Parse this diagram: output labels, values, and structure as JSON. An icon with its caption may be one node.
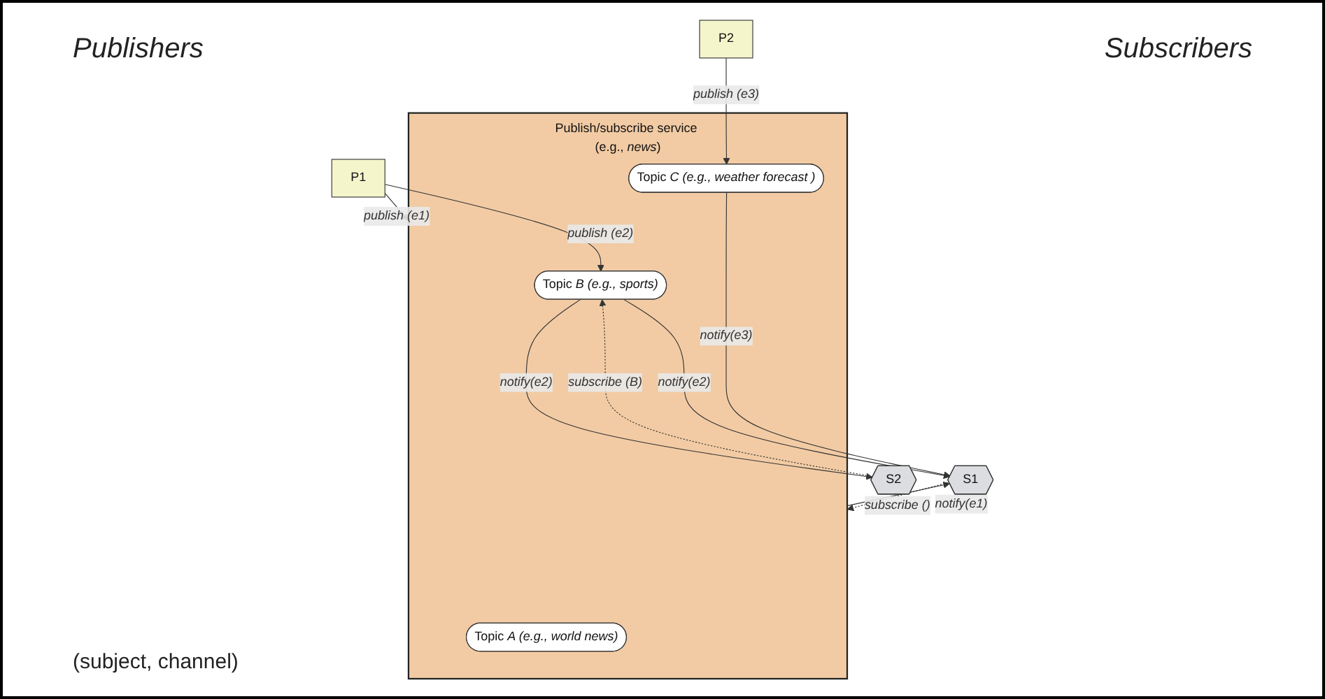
{
  "diagram": {
    "nodes": [
      {
        "text": [
          "P1"
        ]
      },
      {
        "text": [
          "P2"
        ]
      },
      {
        "text": [
          "S1"
        ]
      },
      {
        "text": [
          "S2"
        ]
      },
      {
        "text": [
          "Publish/subscribe service (e.g., *news*)"
        ]
      },
      {
        "text": [
          "Topic *A (e.g., world news)*"
        ],
        "in": 4
      },
      {
        "text": [
          "Topic *B (e.g., sports)*"
        ],
        "in": 4
      },
      {
        "text": [
          "Topic *C (e.g., weather forecast )*"
        ],
        "in": 4
      }
    ],
    "edges": [
      {
        "from": 0,
        "to": 4,
        "arrow": "to",
        "label": "publish (e1)"
      },
      {
        "from": 0,
        "to": 6,
        "arrow": "to",
        "label": "publish (e2)"
      },
      {
        "from": 1,
        "to": 7,
        "arrow": "to",
        "label": "publish (e3)"
      },
      {
        "from": 2,
        "to": 4,
        "arrow": "to",
        "label": "subscribe ()",
        "style": "dashed"
      },
      {
        "from": 4,
        "to": 2,
        "arrow": "to",
        "label": "notify(e1)"
      },
      {
        "from": 6,
        "to": 2,
        "arrow": "to",
        "label": "notify(e2)"
      },
      {
        "from": 7,
        "to": 2,
        "arrow": "to",
        "label": "notify(e3)"
      },
      {
        "from": 3,
        "to": 6,
        "arrow": "to",
        "label": "subscribe (B)",
        "style": "dashed"
      },
      {
        "from": 6,
        "to": 3,
        "arrow": "to",
        "label": "notify(e2)"
      }
    ],
    "labels": [
      "Publishers",
      "Subscribers",
      "(subject, channel)"
    ]
  }
}
